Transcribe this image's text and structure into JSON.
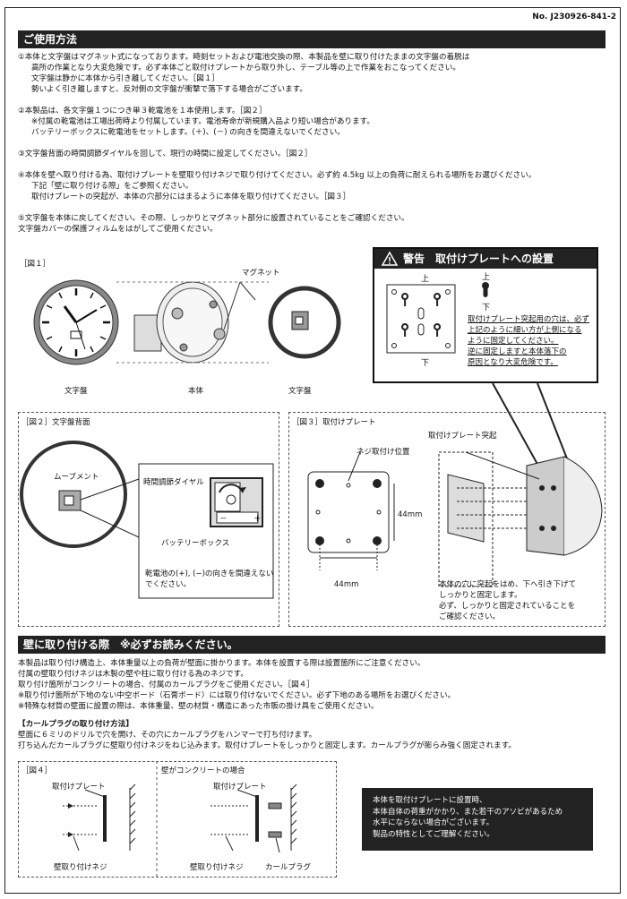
{
  "doc_no": "No. J230926-841-2",
  "sec1": {
    "title": "ご使用方法",
    "l1": "①本体と文字盤はマグネット式になっております。時刻セットおよび電池交換の際、本製品を壁に取り付けたままの文字盤の着脱は",
    "l2": "高所の作業となり大変危険です。必ず本体ごと取付けプレートから取り外し、テーブル等の上で作業をおこなってください。",
    "l3": "文字盤は静かに本体から引き離してください。［図１］",
    "l4": "勢いよく引き離しますと、反対側の文字盤が衝撃で落下する場合がございます。",
    "l5": "②本製品は、各文字盤１つにつき単３乾電池を１本使用します。［図２］",
    "l6": "※付属の乾電池は工場出荷時より付属しています。電池寿命が新規購入品より短い場合があります。",
    "l7": "バッテリーボックスに乾電池をセットします。(＋)、(－) の向きを間違えないでください。",
    "l8": "③文字盤背面の時間調節ダイヤルを回して、現行の時間に設定してください。［図２］",
    "l9": "④本体を壁へ取り付ける為、取付けプレートを壁取り付けネジで取り付けてください。必ず約 4.5kg 以上の負荷に耐えられる場所をお選びください。",
    "l10": "下記「壁に取り付ける際」をご参照ください。",
    "l11": "取付けプレートの突起が、本体の穴部分にはまるように本体を取り付けてください。［図３］",
    "l12": "⑤文字盤を本体に戻してください。その際、しっかりとマグネット部分に設置されていることをご確認ください。",
    "l13": "文字盤カバーの保護フィルムをはがしてご使用ください。"
  },
  "fig1": {
    "title": "［図１］",
    "magnet": "マグネット",
    "dial": "文字盤",
    "body": "本体",
    "dial2": "文字盤"
  },
  "warning": {
    "title": "警告　取付けプレートへの設置",
    "up": "上",
    "down": "下",
    "up2": "上",
    "down2": "下",
    "t1": "取付けプレート突起用の穴は、必ず",
    "t2": "上記のように細い方が上側になる",
    "t3": "ように固定してください。",
    "t4": "逆に固定しますと本体落下の",
    "t5": "原因となり大変危険です。"
  },
  "fig2": {
    "title": "［図２］文字盤背面",
    "movement": "ムーブメント",
    "dial_adj": "時間調節ダイヤル",
    "minus": "－",
    "plus": "＋",
    "battery": "バッテリーボックス",
    "note1": "乾電池の(+), (−)の向きを間違えない",
    "note2": "でください。"
  },
  "fig3": {
    "title": "［図３］取付けプレート",
    "screw_pos": "ネジ取付け位置",
    "protrusion": "取付けプレート突起",
    "dim_v": "44mm",
    "dim_h": "44mm",
    "t1": "本体の穴に突起をはめ、下へ引き下げて",
    "t2": "しっかりと固定します。",
    "t3": "必ず、しっかりと固定されていることを",
    "t4": "ご確認ください。"
  },
  "sec2": {
    "title": "壁に取り付ける際　※必ずお読みください。",
    "l1": "本製品は取り付け構造上、本体重量以上の負荷が壁面に掛かります。本体を設置する際は設置箇所にご注意ください。",
    "l2": "付属の壁取り付けネジは木製の壁や柱に取り付ける為のネジです。",
    "l3": "取り付け箇所がコンクリートの場合、付属のカールプラグをご使用ください。［図４］",
    "l4": "※取り付け箇所が下地のない中空ボード（石膏ボード）には取り付けないでください。必ず下地のある場所をお選びください。",
    "l5": "※特殊な材質の壁面に設置の際は、本体重量、壁の材質・構造にあった市販の掛け具をご使用ください。",
    "sub": "【カールプラグの取り付け方法】",
    "l6": "壁面に６ミリのドリルで穴を開け、その穴にカールプラグをハンマーで打ち付けます。",
    "l7": "打ち込んだカールプラグに壁取り付けネジをねじ込みます。取付けプレートをしっかりと固定します。カールプラグが膨らみ強く固定されます。"
  },
  "fig4": {
    "title": "［図４］",
    "plate": "取付けプレート",
    "screw": "壁取り付けネジ",
    "concrete_title": "壁がコンクリートの場合",
    "plate2": "取付けプレート",
    "screw2": "壁取り付けネジ",
    "plug": "カールプラグ"
  },
  "note": {
    "l1": "本体を取付けプレートに設置時、",
    "l2": "本体自体の荷重がかかり、また若干のアソビがあるため",
    "l3": "水平にならない場合がございます。",
    "l4": "製品の特性としてご理解ください。"
  }
}
